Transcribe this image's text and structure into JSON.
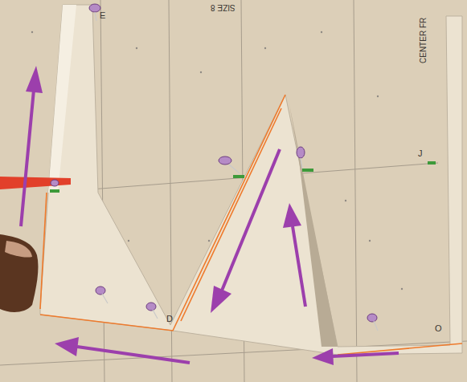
{
  "diagram": {
    "labels": [
      "SIZE 8",
      "E",
      "CENTER FR",
      "J",
      "D",
      "O"
    ]
  }
}
